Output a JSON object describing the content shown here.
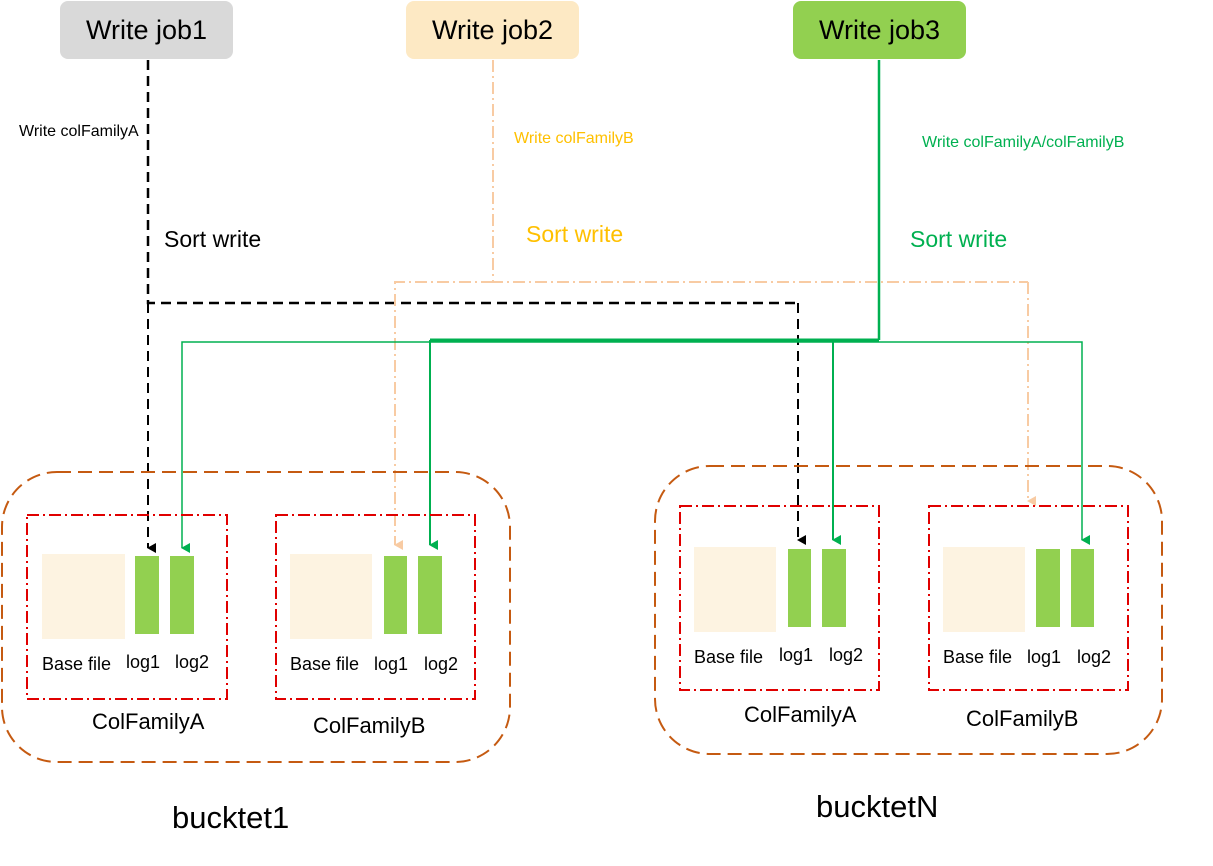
{
  "colors": {
    "job1_fill": "#d9d9d9",
    "job2_fill": "#fde9c4",
    "job3_fill": "#92d050",
    "job1_line": "#000000",
    "job2_line": "#f8cba3",
    "job3_line": "#00b050",
    "job2_text": "#ffc000",
    "job3_text": "#00b050",
    "bucket_border": "#c55a11",
    "family_border": "#e00000",
    "base_file": "#fdf3e1",
    "log": "#92d050"
  },
  "jobs": [
    {
      "label": "Write job1",
      "write_text": "Write colFamilyA",
      "sort_text": "Sort write"
    },
    {
      "label": "Write job2",
      "write_text": "Write colFamilyB",
      "sort_text": "Sort write"
    },
    {
      "label": "Write job3",
      "write_text": "Write colFamilyA/colFamilyB",
      "sort_text": "Sort write"
    }
  ],
  "buckets": [
    {
      "name": "bucktet1",
      "families": [
        {
          "name": "ColFamilyA",
          "files": [
            "Base file",
            "log1",
            "log2"
          ]
        },
        {
          "name": "ColFamilyB",
          "files": [
            "Base file",
            "log1",
            "log2"
          ]
        }
      ]
    },
    {
      "name": "bucktetN",
      "families": [
        {
          "name": "ColFamilyA",
          "files": [
            "Base file",
            "log1",
            "log2"
          ]
        },
        {
          "name": "ColFamilyB",
          "files": [
            "Base file",
            "log1",
            "log2"
          ]
        }
      ]
    }
  ]
}
